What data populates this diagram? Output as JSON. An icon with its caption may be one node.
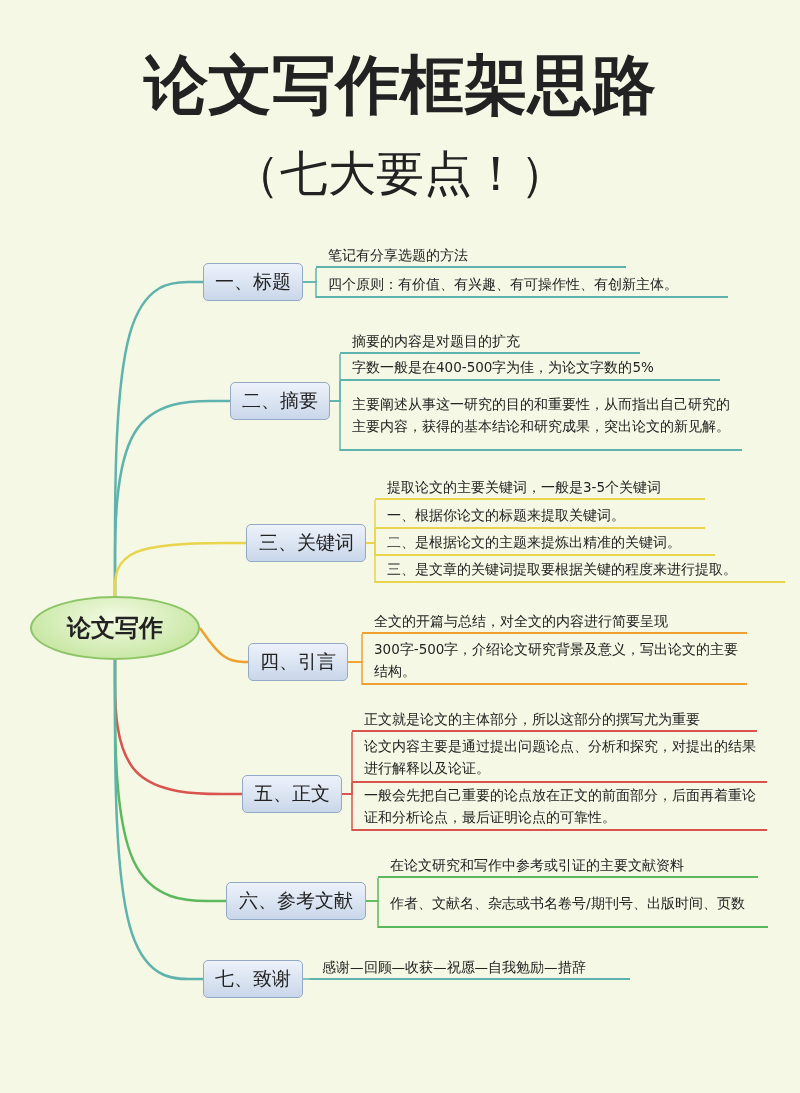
{
  "diagram": {
    "title": "论文写作框架思路",
    "nodes": [
      {
        "text": [
          "论文写作"
        ]
      },
      {
        "text": [
          "一、标题"
        ]
      },
      {
        "text": [
          "笔记有分享选题的方法"
        ]
      },
      {
        "text": [
          "四个原则：有价值、有兴趣、有可操作性、有创新主体。"
        ]
      },
      {
        "text": [
          "二、摘要"
        ]
      },
      {
        "text": [
          "摘要的内容是对题目的扩充"
        ]
      },
      {
        "text": [
          "字数一般是在400-500字为佳，为论文字数的5%"
        ]
      },
      {
        "text": [
          "主要阐述从事这一研究的目的和重要性，从而指出自己研究的主要内容，获得的基本结论和研究成果，突出论文的新见解。"
        ]
      },
      {
        "text": [
          "三、关键词"
        ]
      },
      {
        "text": [
          "提取论文的主要关键词，一般是3-5个关键词"
        ]
      },
      {
        "text": [
          "一、根据你论文的标题来提取关键词。"
        ]
      },
      {
        "text": [
          "二、是根据论文的主题来提炼出精准的关键词。"
        ]
      },
      {
        "text": [
          "三、是文章的关键词提取要根据关键的程度来进行提取。"
        ]
      },
      {
        "text": [
          "四、引言"
        ]
      },
      {
        "text": [
          "全文的开篇与总结，对全文的内容进行简要呈现"
        ]
      },
      {
        "text": [
          "300字-500字，介绍论文研究背景及意义，写出论文的主要结构。"
        ]
      },
      {
        "text": [
          "五、正文"
        ]
      },
      {
        "text": [
          "正文就是论文的主体部分，所以这部分的撰写尤为重要"
        ]
      },
      {
        "text": [
          "论文内容主要是通过提出问题论点、分析和探究，对提出的结果进行解释以及论证。"
        ]
      },
      {
        "text": [
          "一般会先把自己重要的论点放在正文的前面部分，后面再着重论证和分析论点，最后证明论点的可靠性。"
        ]
      },
      {
        "text": [
          "六、参考文献"
        ]
      },
      {
        "text": [
          "在论文研究和写作中参考或引证的主要文献资料"
        ]
      },
      {
        "text": [
          "作者、文献名、杂志或书名卷号/期刊号、出版时间、页数"
        ]
      },
      {
        "text": [
          "七、致谢"
        ]
      },
      {
        "text": [
          "感谢—回顾—收获—祝愿—自我勉励—措辞"
        ]
      }
    ],
    "edges": [
      {
        "from": 0,
        "to": 1,
        "arrow": "none",
        "color": "#5fb3ad"
      },
      {
        "from": 1,
        "to": 2,
        "arrow": "none",
        "color": "#5fb3ad"
      },
      {
        "from": 1,
        "to": 3,
        "arrow": "none",
        "color": "#5fb3ad"
      },
      {
        "from": 0,
        "to": 4,
        "arrow": "none",
        "color": "#5fb3ad"
      },
      {
        "from": 4,
        "to": 5,
        "arrow": "none",
        "color": "#5fb3ad"
      },
      {
        "from": 4,
        "to": 6,
        "arrow": "none",
        "color": "#5fb3ad"
      },
      {
        "from": 4,
        "to": 7,
        "arrow": "none",
        "color": "#5fb3ad"
      },
      {
        "from": 0,
        "to": 8,
        "arrow": "none",
        "color": "#e8d44d"
      },
      {
        "from": 8,
        "to": 9,
        "arrow": "none",
        "color": "#e8d44d"
      },
      {
        "from": 8,
        "to": 10,
        "arrow": "none",
        "color": "#e8d44d"
      },
      {
        "from": 8,
        "to": 11,
        "arrow": "none",
        "color": "#e8d44d"
      },
      {
        "from": 8,
        "to": 12,
        "arrow": "none",
        "color": "#e8d44d"
      },
      {
        "from": 0,
        "to": 13,
        "arrow": "none",
        "color": "#f0a030"
      },
      {
        "from": 13,
        "to": 14,
        "arrow": "none",
        "color": "#f0a030"
      },
      {
        "from": 13,
        "to": 15,
        "arrow": "none",
        "color": "#f0a030"
      },
      {
        "from": 0,
        "to": 16,
        "arrow": "none",
        "color": "#d9534f"
      },
      {
        "from": 16,
        "to": 17,
        "arrow": "none",
        "color": "#d9534f"
      },
      {
        "from": 16,
        "to": 18,
        "arrow": "none",
        "color": "#d9534f"
      },
      {
        "from": 16,
        "to": 19,
        "arrow": "none",
        "color": "#d9534f"
      },
      {
        "from": 0,
        "to": 20,
        "arrow": "none",
        "color": "#5cb85c"
      },
      {
        "from": 20,
        "to": 21,
        "arrow": "none",
        "color": "#5cb85c"
      },
      {
        "from": 20,
        "to": 22,
        "arrow": "none",
        "color": "#5cb85c"
      },
      {
        "from": 0,
        "to": 23,
        "arrow": "none",
        "color": "#5fb3ad"
      },
      {
        "from": 23,
        "to": 24,
        "arrow": "none",
        "color": "#5fb3ad"
      }
    ],
    "labels": [
      "（七大要点！）"
    ]
  }
}
